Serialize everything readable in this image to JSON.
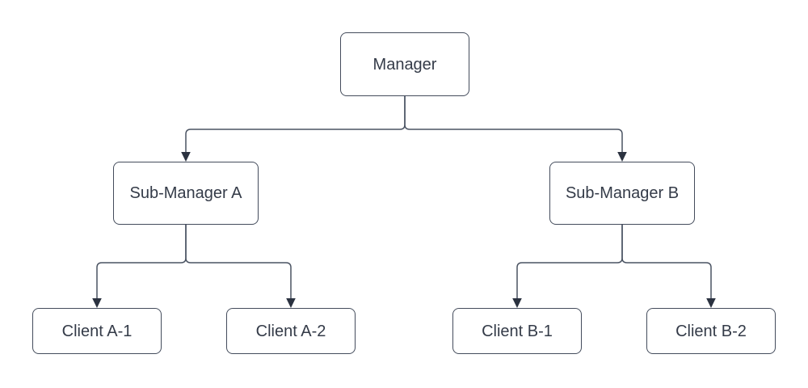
{
  "diagram": {
    "type": "org-chart-tree",
    "background_color": "#ffffff",
    "node_fill_color": "#ffffff",
    "node_border_color": "#444c5c",
    "connector_color": "#4a5362",
    "arrowhead_color": "#2b3240",
    "text_color": "#343b48",
    "nodes": {
      "manager": {
        "label": "Manager"
      },
      "submanager_a": {
        "label": "Sub-Manager A"
      },
      "submanager_b": {
        "label": "Sub-Manager B"
      },
      "client_a1": {
        "label": "Client A-1"
      },
      "client_a2": {
        "label": "Client A-2"
      },
      "client_b1": {
        "label": "Client B-1"
      },
      "client_b2": {
        "label": "Client B-2"
      }
    },
    "edges": [
      {
        "from": "Manager",
        "to": "Sub-Manager A"
      },
      {
        "from": "Manager",
        "to": "Sub-Manager B"
      },
      {
        "from": "Sub-Manager A",
        "to": "Client A-1"
      },
      {
        "from": "Sub-Manager A",
        "to": "Client A-2"
      },
      {
        "from": "Sub-Manager B",
        "to": "Client B-1"
      },
      {
        "from": "Sub-Manager B",
        "to": "Client B-2"
      }
    ]
  }
}
